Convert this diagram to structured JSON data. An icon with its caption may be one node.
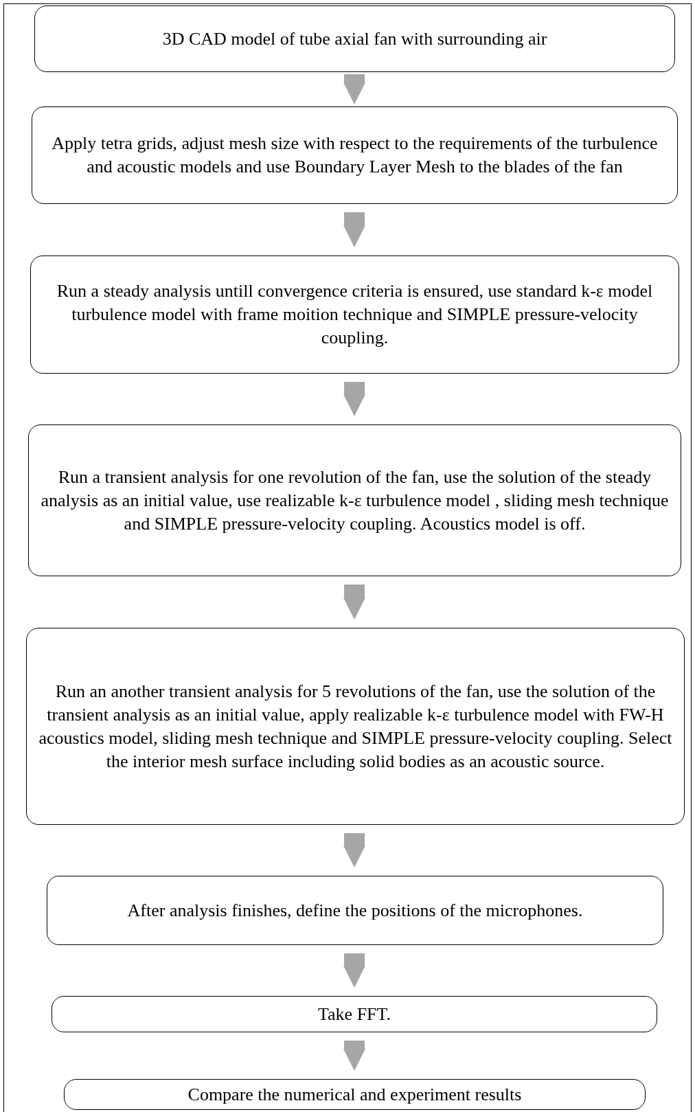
{
  "diagram": {
    "nodes": [
      {
        "text": [
          "3D CAD model of tube axial fan with surrounding air"
        ]
      },
      {
        "text": [
          "Apply tetra grids, adjust mesh size with respect to the requirements of the turbulence and acoustic models and  use Boundary Layer Mesh to the blades of the fan"
        ]
      },
      {
        "text": [
          "Run a steady analysis untill convergence criteria is ensured, use standard k-ε model turbulence model with frame moition technique and SIMPLE pressure-velocity coupling."
        ]
      },
      {
        "text": [
          "Run a transient analysis for one revolution of the fan, use the solution of the steady analysis as an initial value, use realizable k-ε turbulence model , sliding mesh technique and SIMPLE  pressure-velocity coupling. Acoustics model is off."
        ]
      },
      {
        "text": [
          "Run an another transient analysis for 5 revolutions of the fan, use the solution of the transient analysis as an initial value, apply realizable k-ε turbulence model with FW-H acoustics model, sliding mesh technique and SIMPLE  pressure-velocity coupling. Select the interior mesh surface including solid bodies as an acoustic source."
        ]
      },
      {
        "text": [
          "After analysis finishes, define the positions of the microphones."
        ]
      },
      {
        "text": [
          "Take FFT."
        ]
      },
      {
        "text": [
          "Compare the numerical and experiment results"
        ]
      }
    ],
    "edges": [
      {
        "from": 0,
        "to": 1,
        "arrow": "to"
      },
      {
        "from": 1,
        "to": 2,
        "arrow": "to"
      },
      {
        "from": 2,
        "to": 3,
        "arrow": "to"
      },
      {
        "from": 3,
        "to": 4,
        "arrow": "to"
      },
      {
        "from": 4,
        "to": 5,
        "arrow": "to"
      },
      {
        "from": 5,
        "to": 6,
        "arrow": "to"
      },
      {
        "from": 6,
        "to": 7,
        "arrow": "to"
      }
    ]
  }
}
